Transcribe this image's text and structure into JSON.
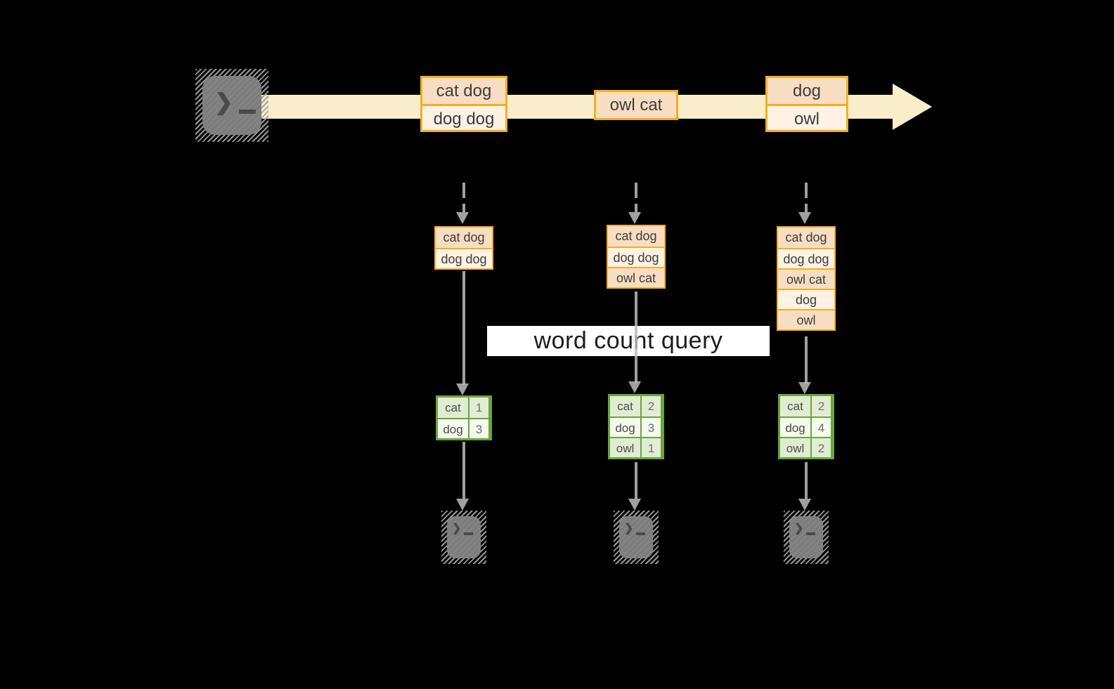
{
  "query": {
    "label": "word count query"
  },
  "stream": {
    "batches": [
      {
        "lines": [
          "cat dog",
          "dog dog"
        ]
      },
      {
        "lines": [
          "owl cat"
        ]
      },
      {
        "lines": [
          "dog",
          "owl"
        ]
      }
    ]
  },
  "columns": [
    {
      "accumulated": [
        "cat dog",
        "dog dog"
      ],
      "counts": [
        [
          "cat",
          "1"
        ],
        [
          "dog",
          "3"
        ]
      ]
    },
    {
      "accumulated": [
        "cat dog",
        "dog dog",
        "owl cat"
      ],
      "counts": [
        [
          "cat",
          "2"
        ],
        [
          "dog",
          "3"
        ],
        [
          "owl",
          "1"
        ]
      ]
    },
    {
      "accumulated": [
        "cat dog",
        "dog dog",
        "owl cat",
        "dog",
        "owl"
      ],
      "counts": [
        [
          "cat",
          "2"
        ],
        [
          "dog",
          "4"
        ],
        [
          "owl",
          "2"
        ]
      ]
    }
  ],
  "icons": {
    "source": "terminal-icon",
    "outputs": [
      "terminal-icon",
      "terminal-icon",
      "terminal-icon"
    ],
    "prompt_glyph": "❯"
  },
  "colors": {
    "background": "#000000",
    "stream_band": "#FAEDCA",
    "box_border": "#F1B01E",
    "box_fill_dark": "#F7DDC1",
    "box_fill_light": "#FDF2E3",
    "table_border": "#6BA43E",
    "cell_fill_green": "#E1EDD2",
    "cell_fill_white": "#F4F9EE",
    "arrow_gray": "#9A9A9A",
    "terminal_gray": "#7C7C7C",
    "query_band": "#FFFFFF"
  }
}
